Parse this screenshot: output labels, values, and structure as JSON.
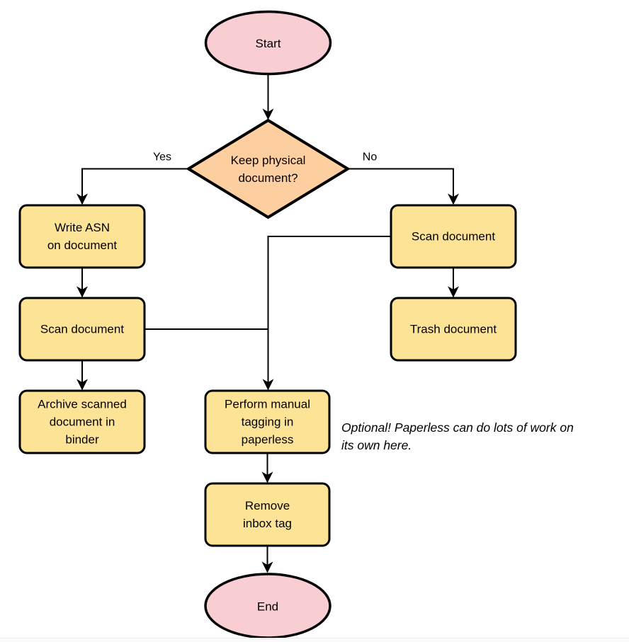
{
  "colors": {
    "background": "#ffffff",
    "terminator_fill": "#f8ced2",
    "decision_fill": "#fdcfa0",
    "process_fill": "#fde396",
    "stroke": "#000000",
    "text": "#000000",
    "footer_line": "#ececec",
    "footer_area": "#fbfbfb"
  },
  "nodes": {
    "start": {
      "label": "Start"
    },
    "decision": {
      "lines": [
        "Keep physical",
        "document?"
      ]
    },
    "write_asn": {
      "lines": [
        "Write ASN",
        "on document"
      ]
    },
    "scan_left": {
      "label": "Scan document"
    },
    "archive": {
      "lines": [
        "Archive scanned",
        "document in",
        "binder"
      ]
    },
    "scan_right": {
      "label": "Scan document"
    },
    "trash": {
      "label": "Trash document"
    },
    "tagging": {
      "lines": [
        "Perform manual",
        "tagging in",
        "paperless"
      ]
    },
    "remove_inbox": {
      "lines": [
        "Remove",
        "inbox tag"
      ]
    },
    "end": {
      "label": "End"
    }
  },
  "edge_labels": {
    "yes": "Yes",
    "no": "No"
  },
  "annotation": {
    "lines": [
      "Optional! Paperless can do lots of work on",
      "its own here."
    ]
  }
}
